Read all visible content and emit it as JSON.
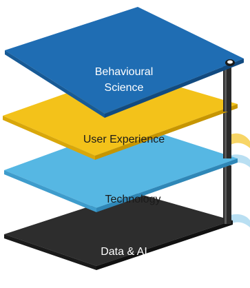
{
  "layers": [
    {
      "label_lines": [
        "Behavioural",
        "Science"
      ],
      "color": "#1f6db3"
    },
    {
      "label_lines": [
        "User Experience"
      ],
      "color": "#f3c21a"
    },
    {
      "label_lines": [
        "Technology"
      ],
      "color": "#56b7e3"
    },
    {
      "label_lines": [
        "Data & AI"
      ],
      "color": "#2d2d2d"
    }
  ],
  "colors": {
    "pole": "#2a2a2a",
    "pole_highlight": "#5a5a5a",
    "connector_light_blue": "#b9dff2",
    "connector_yellow": "#f7d566"
  }
}
